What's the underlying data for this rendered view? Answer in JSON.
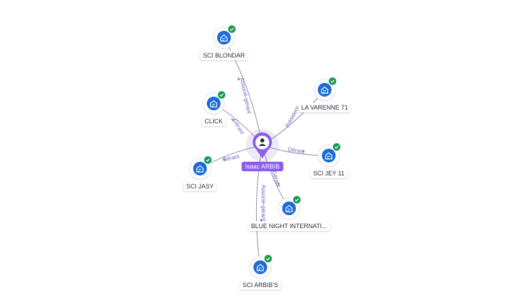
{
  "center": {
    "label": "Isaac ARBIB",
    "icon": "person-icon",
    "color": "#8a5cf0"
  },
  "nodes": [
    {
      "id": "sci-blondar",
      "label": "SCI BLONDAR",
      "icon": "building-icon",
      "verified": true
    },
    {
      "id": "click",
      "label": "CLICK",
      "icon": "building-icon",
      "verified": true
    },
    {
      "id": "la-varenne-71",
      "label": "LA VARENNE 71",
      "icon": "building-icon",
      "verified": true
    },
    {
      "id": "sci-jasy",
      "label": "SCI JASY",
      "icon": "building-icon",
      "verified": true
    },
    {
      "id": "sci-jey-11",
      "label": "SCI JEY 11",
      "icon": "building-icon",
      "verified": true
    },
    {
      "id": "blue-night",
      "label": "BLUE NIGHT INTERNATI...",
      "icon": "building-icon",
      "verified": true
    },
    {
      "id": "sci-arbibs",
      "label": "SCI ARBIB'S",
      "icon": "building-icon",
      "verified": true
    }
  ],
  "edges": [
    {
      "to": "sci-blondar",
      "label": "Associé-gérant"
    },
    {
      "to": "click",
      "label": "Gérant"
    },
    {
      "to": "la-varenne-71",
      "label": "Président"
    },
    {
      "to": "sci-jasy",
      "label": "Gérant"
    },
    {
      "to": "sci-jey-11",
      "label": "Gérant"
    },
    {
      "to": "blue-night",
      "label": "Gérant"
    },
    {
      "to": "sci-arbibs",
      "label": "Associé-gérant"
    }
  ],
  "colors": {
    "node_fill": "#1d6bd8",
    "verified": "#1a9b52",
    "edge": "#8e8aa8",
    "edge_label": "#6b5fc0"
  }
}
